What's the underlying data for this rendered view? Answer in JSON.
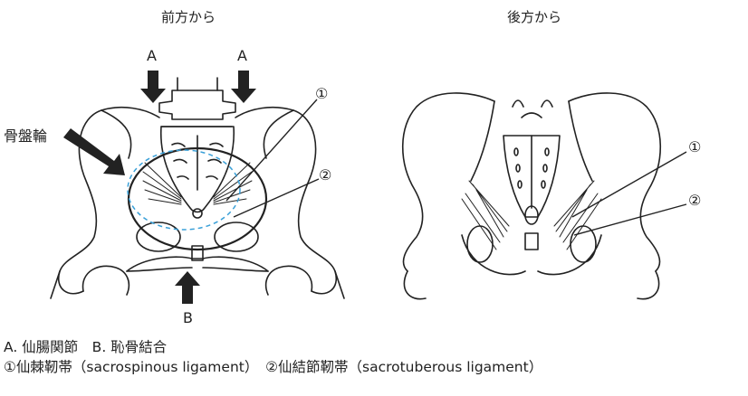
{
  "views": {
    "front_title": "前方から",
    "back_title": "後方から"
  },
  "front_labels": {
    "a_left": "A",
    "a_right": "A",
    "b": "B",
    "pelvic_ring": "骨盤輪",
    "mark_1": "①",
    "mark_2": "②"
  },
  "back_labels": {
    "mark_1": "①",
    "mark_2": "②"
  },
  "legend": {
    "line1": "A. 仙腸関節　B. 恥骨結合",
    "line2": "①仙棘靭帯（sacrospinous ligament）　②仙結節靭帯（sacrotuberous ligament）"
  },
  "colors": {
    "line": "#222222",
    "ring_dash": "#3aa0d8"
  }
}
